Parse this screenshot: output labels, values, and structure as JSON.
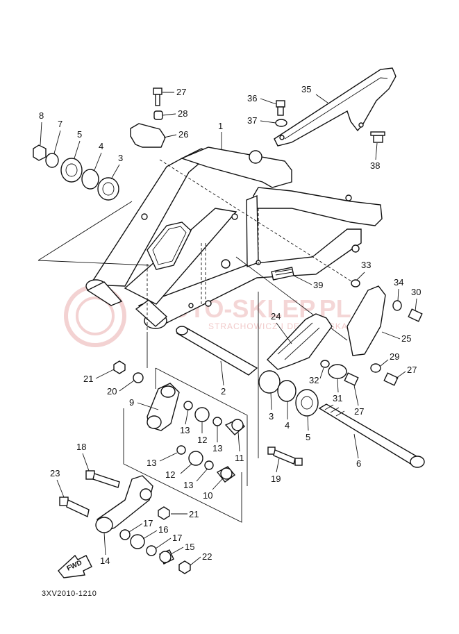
{
  "diagram": {
    "drawing_code": "3XV2010-1210",
    "direction_label": "FWD",
    "watermark": "MOTO-SKLEP.PL",
    "watermark_sub": "STRACHOWICZ I DE...AVA SKA",
    "part_labels": [
      {
        "id": "p1",
        "text": "1"
      },
      {
        "id": "p2",
        "text": "2"
      },
      {
        "id": "p3a",
        "text": "3"
      },
      {
        "id": "p3b",
        "text": "3"
      },
      {
        "id": "p4a",
        "text": "4"
      },
      {
        "id": "p4b",
        "text": "4"
      },
      {
        "id": "p5a",
        "text": "5"
      },
      {
        "id": "p5b",
        "text": "5"
      },
      {
        "id": "p6",
        "text": "6"
      },
      {
        "id": "p7",
        "text": "7"
      },
      {
        "id": "p8",
        "text": "8"
      },
      {
        "id": "p9",
        "text": "9"
      },
      {
        "id": "p10",
        "text": "10"
      },
      {
        "id": "p11",
        "text": "11"
      },
      {
        "id": "p12a",
        "text": "12"
      },
      {
        "id": "p12b",
        "text": "12"
      },
      {
        "id": "p13a",
        "text": "13"
      },
      {
        "id": "p13b",
        "text": "13"
      },
      {
        "id": "p13c",
        "text": "13"
      },
      {
        "id": "p13d",
        "text": "13"
      },
      {
        "id": "p14",
        "text": "14"
      },
      {
        "id": "p15",
        "text": "15"
      },
      {
        "id": "p16",
        "text": "16"
      },
      {
        "id": "p17a",
        "text": "17"
      },
      {
        "id": "p17b",
        "text": "17"
      },
      {
        "id": "p18",
        "text": "18"
      },
      {
        "id": "p19",
        "text": "19"
      },
      {
        "id": "p20",
        "text": "20"
      },
      {
        "id": "p21a",
        "text": "21"
      },
      {
        "id": "p21b",
        "text": "21"
      },
      {
        "id": "p22",
        "text": "22"
      },
      {
        "id": "p23",
        "text": "23"
      },
      {
        "id": "p24",
        "text": "24"
      },
      {
        "id": "p25",
        "text": "25"
      },
      {
        "id": "p26",
        "text": "26"
      },
      {
        "id": "p27a",
        "text": "27"
      },
      {
        "id": "p27b",
        "text": "27"
      },
      {
        "id": "p27c",
        "text": "27"
      },
      {
        "id": "p28",
        "text": "28"
      },
      {
        "id": "p29",
        "text": "29"
      },
      {
        "id": "p30",
        "text": "30"
      },
      {
        "id": "p31",
        "text": "31"
      },
      {
        "id": "p32",
        "text": "32"
      },
      {
        "id": "p33",
        "text": "33"
      },
      {
        "id": "p34",
        "text": "34"
      },
      {
        "id": "p35",
        "text": "35"
      },
      {
        "id": "p36",
        "text": "36"
      },
      {
        "id": "p37",
        "text": "37"
      },
      {
        "id": "p38",
        "text": "38"
      },
      {
        "id": "p39",
        "text": "39"
      }
    ]
  }
}
